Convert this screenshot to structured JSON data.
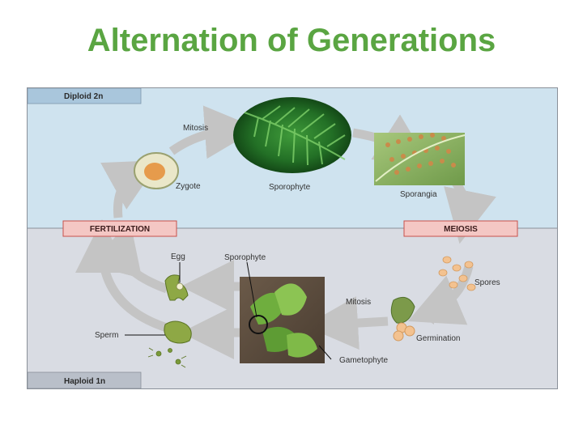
{
  "title": "Alternation of Generations",
  "zones": {
    "diploid": "Diploid 2n",
    "haploid": "Haploid 1n"
  },
  "stages": {
    "fertilization": "FERTILIZATION",
    "meiosis": "MEIOSIS"
  },
  "labels": {
    "mitosis_top": "Mitosis",
    "zygote": "Zygote",
    "sporophyte_top": "Sporophyte",
    "sporangia": "Sporangia",
    "spores": "Spores",
    "mitosis_bottom": "Mitosis",
    "germination": "Germination",
    "gametophyte": "Gametophyte",
    "sporophyte_bottom": "Sporophyte",
    "egg": "Egg",
    "sperm": "Sperm"
  },
  "colors": {
    "title": "#5aa542",
    "diploid_bg": "#cfe3ef",
    "haploid_bg": "#d9dce3",
    "stage_box": "#f4c7c4",
    "stage_border": "#c9504b",
    "arrow": "#c9c9c9"
  }
}
